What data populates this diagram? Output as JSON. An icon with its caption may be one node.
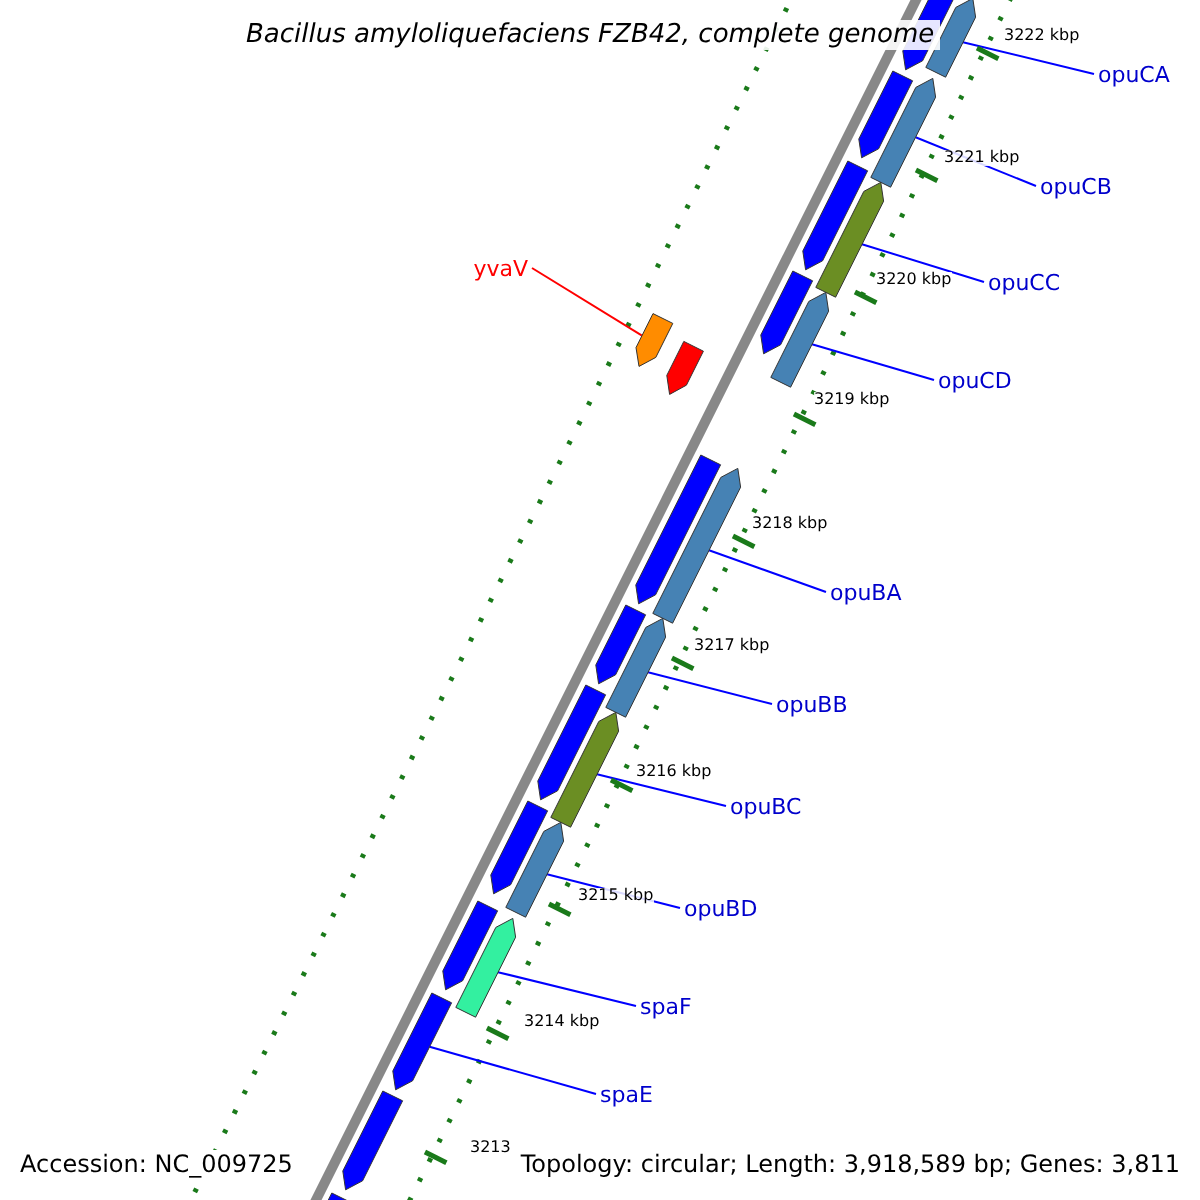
{
  "diagram": {
    "title": "Bacillus amyloliquefaciens FZB42, complete genome",
    "nodes": [
      {
        "text": [
          "opuCA"
        ]
      },
      {
        "text": [
          "opuCB"
        ]
      },
      {
        "text": [
          "yvaV"
        ]
      },
      {
        "text": [
          "opuCC"
        ]
      },
      {
        "text": [
          "opuCD"
        ]
      },
      {
        "text": [
          "opuBA"
        ]
      },
      {
        "text": [
          "opuBB"
        ]
      },
      {
        "text": [
          "opuBC"
        ]
      },
      {
        "text": [
          "opuBD"
        ]
      },
      {
        "text": [
          "spaF"
        ]
      },
      {
        "text": [
          "spaE"
        ]
      },
      {
        "text": [],
        "shape": "bar"
      },
      {
        "text": [],
        "shape": "bar"
      },
      {
        "text": [],
        "shape": "bar"
      },
      {
        "text": [],
        "shape": "bar"
      },
      {
        "text": [],
        "shape": "bar"
      },
      {
        "text": [],
        "shape": "bar"
      },
      {
        "text": [],
        "shape": "bar"
      },
      {
        "text": [],
        "shape": "bar"
      },
      {
        "text": [],
        "shape": "bar"
      },
      {
        "text": [],
        "shape": "bar"
      },
      {
        "text": [],
        "shape": "bar"
      },
      {
        "text": [],
        "shape": "bar"
      },
      {
        "text": [],
        "shape": "bar"
      },
      {
        "text": [],
        "shape": "bar"
      },
      {
        "text": [],
        "shape": "bar"
      },
      {
        "text": [],
        "shape": "bar"
      },
      {
        "text": [],
        "shape": "bar"
      },
      {
        "text": [],
        "shape": "bar"
      },
      {
        "text": [],
        "shape": "bar"
      },
      {
        "text": [],
        "shape": "bar"
      },
      {
        "text": [],
        "shape": "bar"
      },
      {
        "text": [],
        "shape": "bar"
      },
      {
        "text": [],
        "shape": "bar"
      }
    ],
    "edges": [
      {
        "from": 0,
        "to": 11,
        "arrow": "none"
      },
      {
        "from": 1,
        "to": 12,
        "arrow": "none"
      },
      {
        "from": 2,
        "to": 15,
        "arrow": "none",
        "color": "#ff0000"
      },
      {
        "from": 3,
        "to": 13,
        "arrow": "none"
      },
      {
        "from": 4,
        "to": 14,
        "arrow": "none"
      },
      {
        "from": 5,
        "to": 16,
        "arrow": "none"
      },
      {
        "from": 6,
        "to": 17,
        "arrow": "none"
      },
      {
        "from": 7,
        "to": 18,
        "arrow": "none"
      },
      {
        "from": 8,
        "to": 19,
        "arrow": "none"
      },
      {
        "from": 9,
        "to": 20,
        "arrow": "none"
      },
      {
        "from": 10,
        "to": 21,
        "arrow": "none"
      }
    ],
    "labels": [
      "3222 kbp",
      "3221 kbp",
      "3220 kbp",
      "3219 kbp",
      "3218 kbp",
      "3217 kbp",
      "3216 kbp",
      "3215 kbp",
      "3214 kbp",
      "3213",
      "Accession: NC_009725",
      "Topology: circular; Length: 3,918,589 bp; Genes: 3,811"
    ]
  }
}
